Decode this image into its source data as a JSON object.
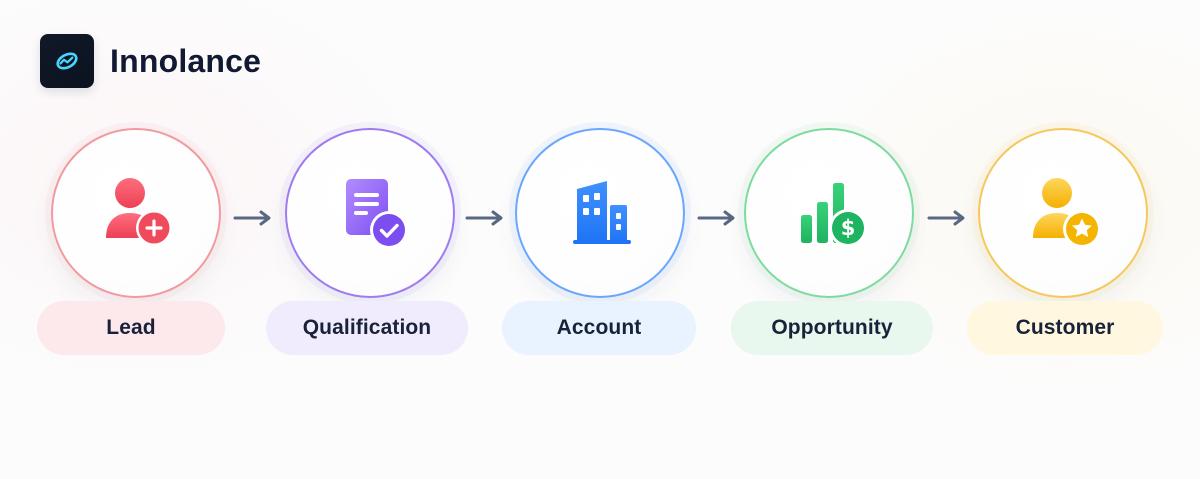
{
  "brand": {
    "name": "Innolance",
    "logo_icon": "innolance-logo-icon"
  },
  "stages": [
    {
      "label": "Lead",
      "icon": "user-plus-icon",
      "color": "#F24E5F"
    },
    {
      "label": "Qualification",
      "icon": "document-check-icon",
      "color": "#8A5CF6"
    },
    {
      "label": "Account",
      "icon": "building-icon",
      "color": "#2F80FF"
    },
    {
      "label": "Opportunity",
      "icon": "bar-chart-dollar-icon",
      "color": "#26C06B"
    },
    {
      "label": "Customer",
      "icon": "user-star-icon",
      "color": "#F4B400"
    }
  ],
  "connectors": [
    {
      "icon": "arrow-right-icon"
    },
    {
      "icon": "arrow-right-icon"
    },
    {
      "icon": "arrow-right-icon"
    },
    {
      "icon": "arrow-right-icon"
    }
  ]
}
